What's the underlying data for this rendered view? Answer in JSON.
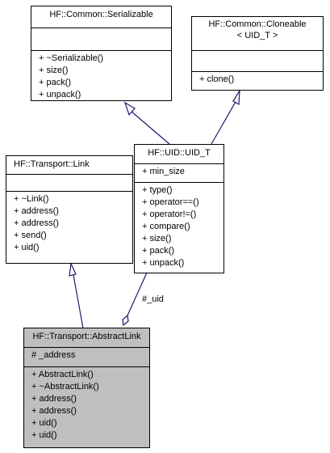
{
  "colors": {
    "background": "#ffffff",
    "border": "#000000",
    "edge": "#191970",
    "highlight": "#bfbfbf"
  },
  "classes": {
    "serializable": {
      "title": "HF::Common::Serializable",
      "attributes": [],
      "operations": [
        "+ ~Serializable()",
        "+ size()",
        "+ pack()",
        "+ unpack()"
      ]
    },
    "cloneable": {
      "title_line1": "HF::Common::Cloneable",
      "title_line2": "< UID_T >",
      "attributes": [],
      "operations": [
        "+ clone()"
      ]
    },
    "link": {
      "title": "HF::Transport::Link",
      "attributes": [],
      "operations": [
        "+ ~Link()",
        "+ address()",
        "+ address()",
        "+ send()",
        "+ uid()"
      ]
    },
    "uid": {
      "title": "HF::UID::UID_T",
      "attributes": [
        "+ min_size"
      ],
      "operations": [
        "+ type()",
        "+ operator==()",
        "+ operator!=()",
        "+ compare()",
        "+ size()",
        "+ pack()",
        "+ unpack()"
      ]
    },
    "abstract_link": {
      "title": "HF::Transport::AbstractLink",
      "attributes": [
        "# _address"
      ],
      "operations": [
        "+ AbstractLink()",
        "+ ~AbstractLink()",
        "+ address()",
        "+ address()",
        "+ uid()",
        "+ uid()"
      ]
    }
  },
  "relations": {
    "uid_member_label": "#_uid"
  }
}
